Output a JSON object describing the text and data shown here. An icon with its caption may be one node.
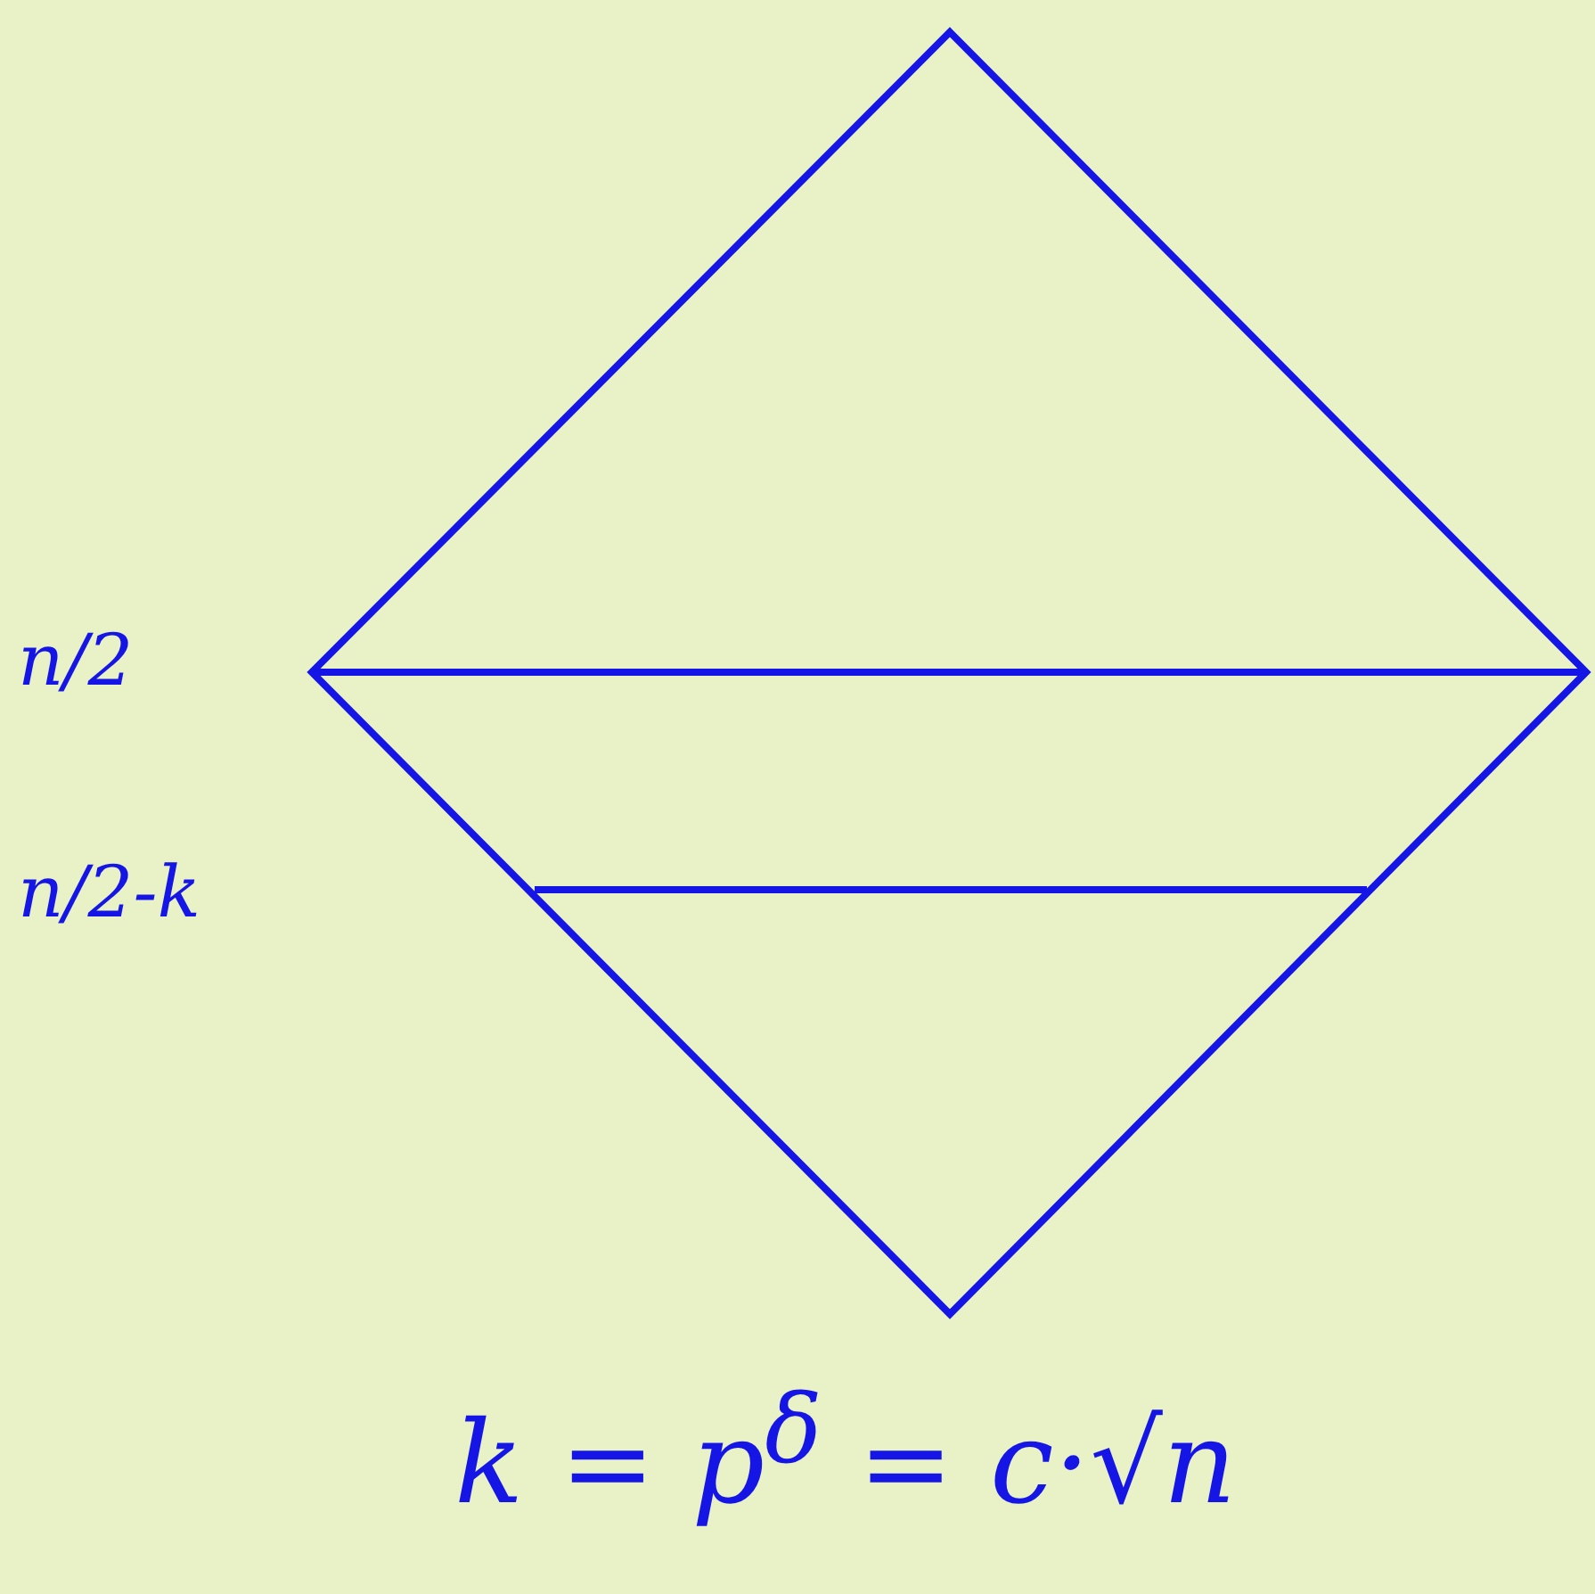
{
  "diagram": {
    "labels": [
      "n/2",
      "n/2-k",
      "k = p$^{δ}$ = c·√n"
    ]
  }
}
